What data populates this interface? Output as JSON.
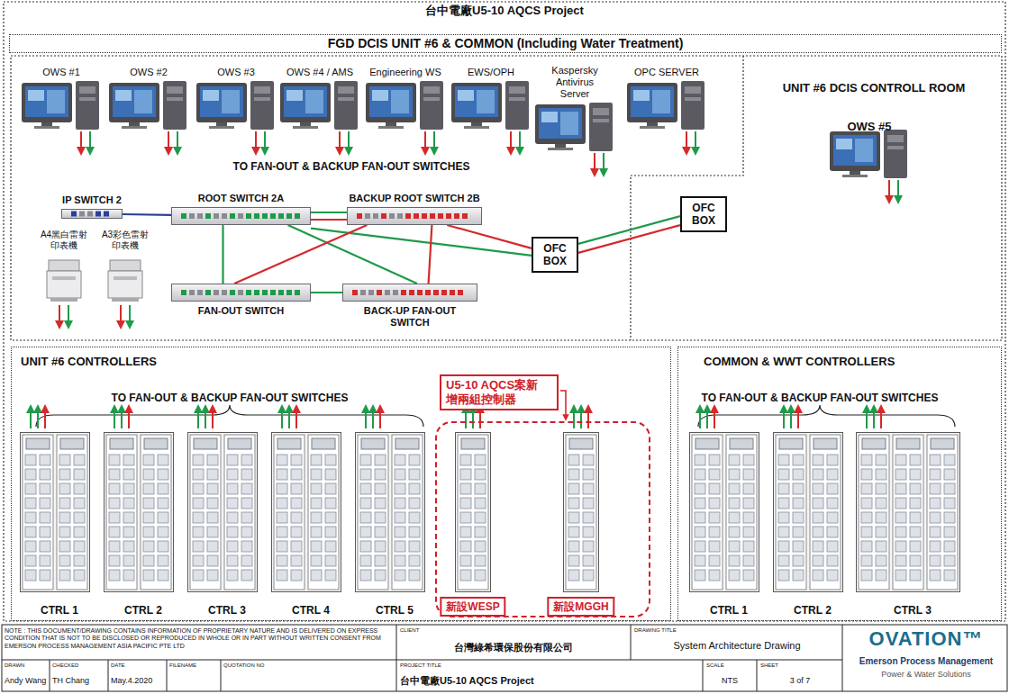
{
  "diagram": {
    "title": "台中電廠U5-10 AQCS Project",
    "nodes": [
      {
        "text": [
          "FGD DCIS UNIT #6 & COMMON (Including Water Treatment)"
        ]
      },
      {
        "text": [
          "OWS #1"
        ]
      },
      {
        "text": [
          "OWS #2"
        ]
      },
      {
        "text": [
          "OWS #3"
        ]
      },
      {
        "text": [
          "OWS #4 / AMS"
        ]
      },
      {
        "text": [
          "Engineering WS"
        ]
      },
      {
        "text": [
          "EWS/OPH"
        ]
      },
      {
        "text": [
          "Kaspersky Antivirus Server"
        ]
      },
      {
        "text": [
          "OPC SERVER"
        ]
      },
      {
        "text": [
          "UNIT #6 DCIS CONTROLL ROOM"
        ]
      },
      {
        "text": [
          "OWS #5"
        ],
        "in": 9
      },
      {
        "text": [
          "IP SWITCH 2"
        ]
      },
      {
        "text": [
          "ROOT SWITCH 2A"
        ]
      },
      {
        "text": [
          "BACKUP ROOT SWITCH 2B"
        ]
      },
      {
        "text": [
          "OFC BOX"
        ]
      },
      {
        "text": [
          "A4黑白雷射 印表機"
        ]
      },
      {
        "text": [
          "A3彩色雷射 印表機"
        ]
      },
      {
        "text": [
          "OFC BOX"
        ]
      },
      {
        "text": [
          "FAN-OUT SWITCH"
        ]
      },
      {
        "text": [
          "BACK-UP FAN-OUT SWITCH"
        ]
      },
      {
        "text": [
          "UNIT #6 CONTROLLERS"
        ]
      },
      {
        "text": [
          "CTRL 1"
        ],
        "in": 20
      },
      {
        "text": [
          "CTRL 2"
        ],
        "in": 20
      },
      {
        "text": [
          "CTRL 3"
        ],
        "in": 20
      },
      {
        "text": [
          "CTRL 4"
        ],
        "in": 20
      },
      {
        "text": [
          "CTRL 5"
        ],
        "in": 20
      },
      {
        "text": [
          "U5-10 AQCS案新 增兩組控制器"
        ],
        "in": 20
      },
      {
        "text": [
          "新設WESP"
        ],
        "in": 26
      },
      {
        "text": [
          "新設MGGH"
        ],
        "in": 26
      },
      {
        "text": [
          "COMMON & WWT CONTROLLERS"
        ]
      },
      {
        "text": [
          "CTRL 1"
        ],
        "in": 29
      },
      {
        "text": [
          "CTRL 2"
        ],
        "in": 29
      },
      {
        "text": [
          "CTRL 3"
        ],
        "in": 29
      }
    ],
    "edges": [
      {
        "from": 11,
        "to": 12,
        "arrow": "none"
      },
      {
        "from": 12,
        "to": 13,
        "arrow": "none"
      },
      {
        "from": 12,
        "to": 13,
        "arrow": "none"
      },
      {
        "from": 12,
        "to": 18,
        "arrow": "none"
      },
      {
        "from": 12,
        "to": 19,
        "arrow": "none"
      },
      {
        "from": 12,
        "to": 17,
        "arrow": "none"
      },
      {
        "from": 13,
        "to": 19,
        "arrow": "none"
      },
      {
        "from": 13,
        "to": 18,
        "arrow": "none"
      },
      {
        "from": 13,
        "to": 17,
        "arrow": "none"
      },
      {
        "from": 18,
        "to": 19,
        "arrow": "none"
      },
      {
        "from": 17,
        "to": 14,
        "arrow": "none"
      },
      {
        "from": 17,
        "to": 14,
        "arrow": "none"
      }
    ],
    "labels": [
      "TO FAN-OUT & BACKUP FAN-OUT SWITCHES",
      "TO FAN-OUT & BACKUP FAN-OUT SWITCHES",
      "TO FAN-OUT & BACKUP FAN-OUT SWITCHES",
      "NOTE : THIS DOCUMENT/DRAWING CONTAINS INFORMATION OF PROPRIETARY NATURE AND IS DELIVERED ON EXPRESS CONDITION THAT IS NOT TO BE DISCLOSED OR REPRODUCED IN WHOLE OR IN PART WITHOUT WRITTEN CONSENT FROM EMERSON PROCESS MANAGEMENT ASIA PACIFIC PTE LTD",
      "CLIENT",
      "台灣綠希環保股份有限公司",
      "DRAWING TITLE",
      "System Architecture Drawing",
      "DRAWN",
      "Andy Wang",
      "CHECKED",
      "TH Chang",
      "DATE",
      "May.4.2020",
      "FILENAME",
      "QUOTATION NO",
      "PROJECT TITLE",
      "台中電廠U5-10 AQCS Project",
      "SCALE",
      "NTS",
      "SHEET",
      "3 of 7",
      "OVATION™",
      "Emerson Process Management",
      "Power & Water Solutions"
    ]
  }
}
